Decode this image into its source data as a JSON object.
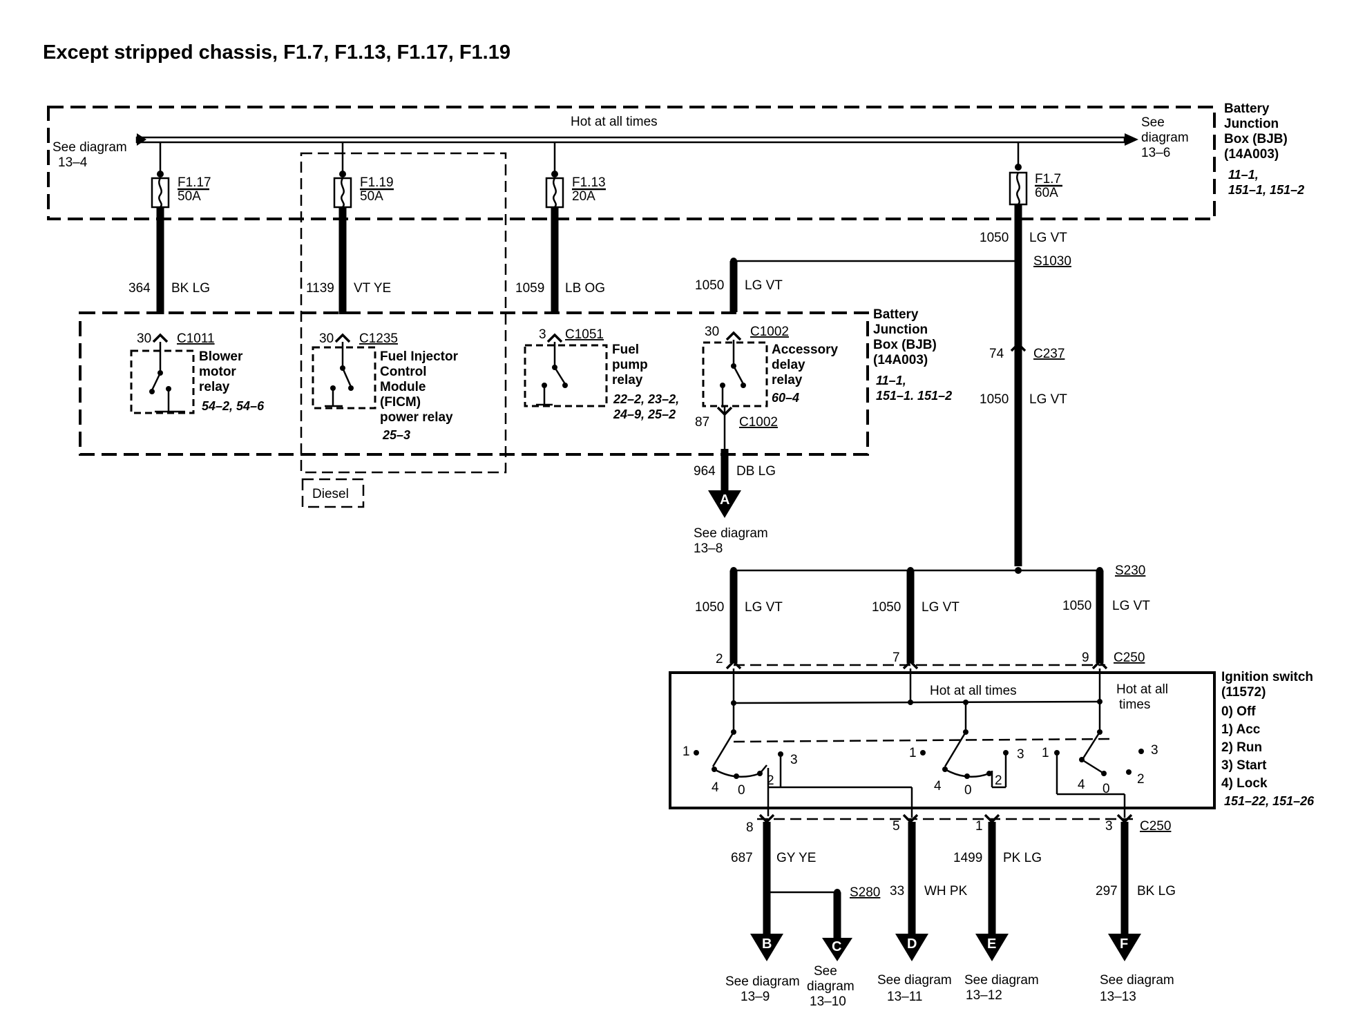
{
  "title": "Except stripped chassis, F1.7, F1.13, F1.17, F1.19",
  "bus": {
    "label": "Hot at all times",
    "left_ref_line1": "See diagram",
    "left_ref_line2": "13–4",
    "right_ref_line1": "See",
    "right_ref_line2": "diagram",
    "right_ref_line3": "13–6"
  },
  "bjb_top": {
    "line1": "Battery",
    "line2": "Junction",
    "line3": "Box (BJB)",
    "line4": "(14A003)",
    "ref1": "11–1,",
    "ref2": "151–1, 151–2"
  },
  "bjb_mid": {
    "line1": "Battery",
    "line2": "Junction",
    "line3": "Box (BJB)",
    "line4": "(14A003)",
    "ref1": "11–1,",
    "ref2": "151–1. 151–2"
  },
  "fuses": [
    {
      "name": "F1.17",
      "rating": "50A"
    },
    {
      "name": "F1.19",
      "rating": "50A"
    },
    {
      "name": "F1.13",
      "rating": "20A"
    },
    {
      "name": "F1.7",
      "rating": "60A"
    }
  ],
  "circuits": {
    "c364": {
      "num": "364",
      "color": "BK LG"
    },
    "c1139": {
      "num": "1139",
      "color": "VT YE"
    },
    "c1059": {
      "num": "1059",
      "color": "LB OG"
    },
    "c1050a": {
      "num": "1050",
      "color": "LG VT"
    },
    "c1050b": {
      "num": "1050",
      "color": "LG VT"
    },
    "c1050c": {
      "num": "1050",
      "color": "LG VT"
    },
    "c964": {
      "num": "964",
      "color": "DB LG"
    },
    "c1050d": {
      "num": "1050",
      "color": "LG VT"
    },
    "c1050e": {
      "num": "1050",
      "color": "LG VT"
    },
    "c1050f": {
      "num": "1050",
      "color": "LG VT"
    },
    "c687": {
      "num": "687",
      "color": "GY YE"
    },
    "c33": {
      "num": "33",
      "color": "WH PK"
    },
    "c1499": {
      "num": "1499",
      "color": "PK LG"
    },
    "c297": {
      "num": "297",
      "color": "BK LG"
    }
  },
  "splices": {
    "s1030": "S1030",
    "s230": "S230",
    "s280": "S280"
  },
  "connectors": {
    "c1011": {
      "pin": "30",
      "name": "C1011"
    },
    "c1235": {
      "pin": "30",
      "name": "C1235"
    },
    "c1051": {
      "pin": "3",
      "name": "C1051"
    },
    "c1002_in": {
      "pin": "30",
      "name": "C1002"
    },
    "c1002_out": {
      "pin": "87",
      "name": "C1002"
    },
    "c237": {
      "pin": "74",
      "name": "C237"
    },
    "c250_top": {
      "pins": [
        "2",
        "7",
        "9"
      ],
      "name": "C250"
    },
    "c250_bottom": {
      "pins": [
        "8",
        "5",
        "1",
        "3"
      ],
      "name": "C250"
    }
  },
  "relays": {
    "blower": {
      "line1": "Blower",
      "line2": "motor",
      "line3": "relay",
      "ref": "54–2, 54–6"
    },
    "ficm": {
      "line1": "Fuel Injector",
      "line2": "Control",
      "line3": "Module",
      "line4": "(FICM)",
      "line5": "power relay",
      "ref": "25–3"
    },
    "fuel_pump": {
      "line1": "Fuel",
      "line2": "pump",
      "line3": "relay",
      "ref1": "22–2, 23–2,",
      "ref2": "24–9, 25–2"
    },
    "accessory": {
      "line1": "Accessory",
      "line2": "delay",
      "line3": "relay",
      "ref": "60–4"
    }
  },
  "diesel_label": "Diesel",
  "refs": {
    "a": {
      "letter": "A",
      "line1": "See diagram",
      "line2": "13–8"
    },
    "b": {
      "letter": "B",
      "line1": "See diagram",
      "line2": "13–9"
    },
    "c": {
      "letter": "C",
      "line1": "See",
      "line2": "diagram",
      "line3": "13–10"
    },
    "d": {
      "letter": "D",
      "line1": "See diagram",
      "line2": "13–11"
    },
    "e": {
      "letter": "E",
      "line1": "See diagram",
      "line2": "13–12"
    },
    "f": {
      "letter": "F",
      "line1": "See diagram",
      "line2": "13–13"
    }
  },
  "ignition": {
    "title1": "Ignition switch",
    "title2": "(11572)",
    "positions": [
      "0) Off",
      "1) Acc",
      "2) Run",
      "3) Start",
      "4) Lock"
    ],
    "ref": "151–22, 151–26",
    "hot_label": "Hot at all times",
    "hot_label2a": "Hot at all",
    "hot_label2b": "times",
    "pos_nums": [
      "1",
      "3",
      "4",
      "0",
      "2"
    ]
  }
}
